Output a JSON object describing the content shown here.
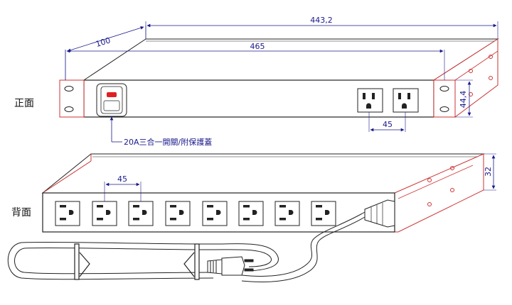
{
  "colors": {
    "outline": "#222222",
    "flange": "#cc3333",
    "dimension": "#1a1a8c",
    "switch_light": "#e02020"
  },
  "labels": {
    "front_view": "正面",
    "back_view": "背面",
    "switch_note": "20A三合一開關/附保護蓋"
  },
  "dimensions": {
    "overall_length": "443,2",
    "depth": "100",
    "mount_length": "465",
    "height": "44,4",
    "front_outlet_pitch": "45",
    "rear_outlet_pitch": "45",
    "rear_flange": "32"
  },
  "front_outlets": 2,
  "rear_outlets": 8
}
